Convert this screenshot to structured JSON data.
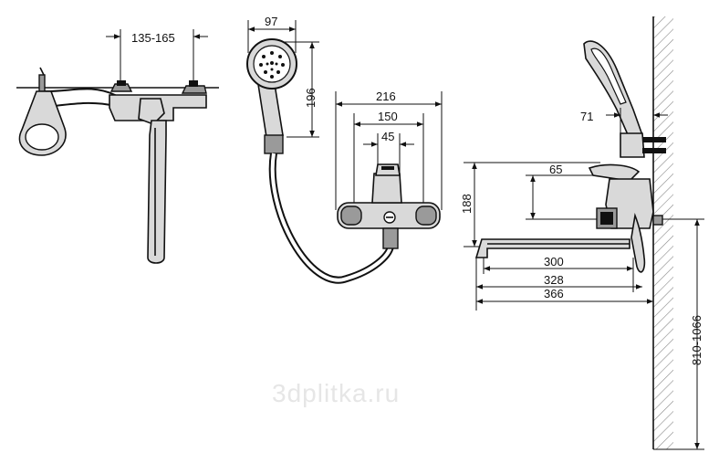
{
  "watermark": "3dplitka.ru",
  "dimensions": {
    "top_spacing": "135-165",
    "head_width": "97",
    "handle_length": "196",
    "body_width": "216",
    "center_distance": "150",
    "middle_width": "45",
    "body_height": "188",
    "spout_offset": "65",
    "bracket_depth": "71",
    "spout_300": "300",
    "spout_328": "328",
    "spout_366": "366",
    "mount_height": "810-1066"
  },
  "colors": {
    "ink": "#111111",
    "fill_light": "#d9d9d9",
    "fill_mid": "#9a9a9a",
    "watermark": "#e6e6e6",
    "hatch": "#888888"
  }
}
